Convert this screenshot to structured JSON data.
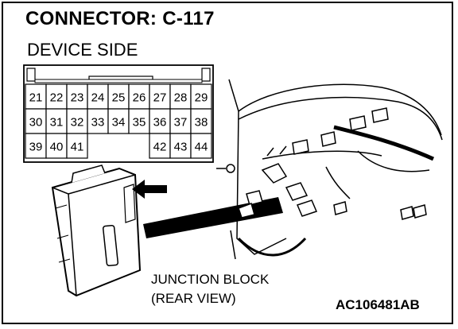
{
  "title": "CONNECTOR: C-117",
  "subtitle": "DEVICE SIDE",
  "connector": {
    "rows": [
      [
        "21",
        "22",
        "23",
        "24",
        "25",
        "26",
        "27",
        "28",
        "29"
      ],
      [
        "30",
        "31",
        "32",
        "33",
        "34",
        "35",
        "36",
        "37",
        "38"
      ],
      [
        "39",
        "40",
        "41",
        "",
        "",
        "",
        "42",
        "43",
        "44"
      ]
    ]
  },
  "caption": {
    "line1": "JUNCTION BLOCK",
    "line2": "(REAR VIEW)"
  },
  "figure_code": "AC106481AB"
}
